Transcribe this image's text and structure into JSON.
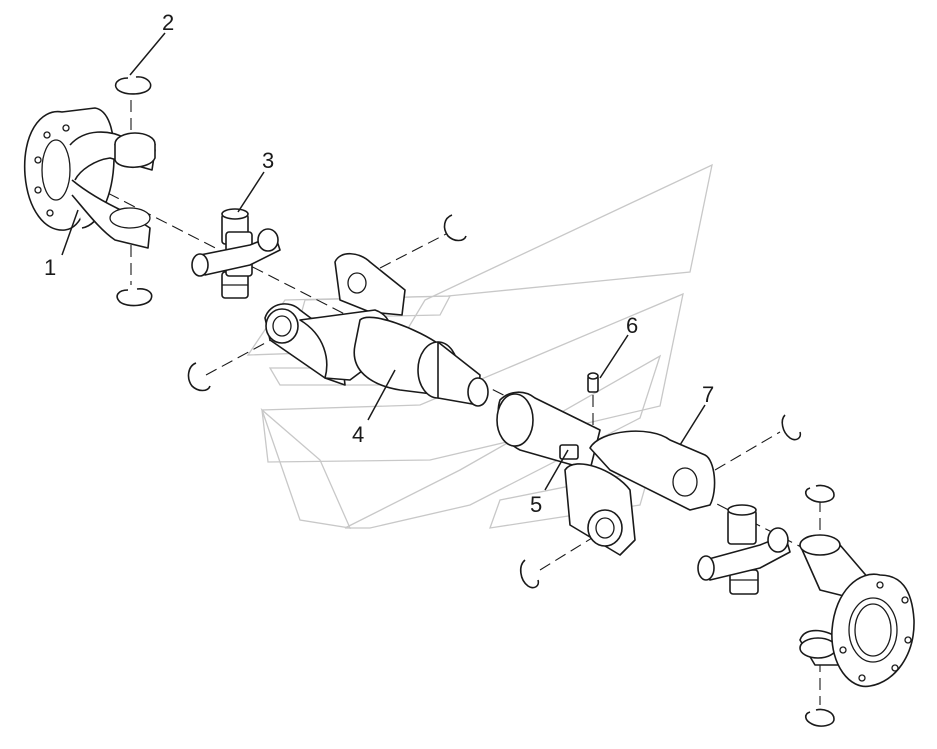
{
  "callouts": [
    {
      "id": "1",
      "label": "1"
    },
    {
      "id": "2",
      "label": "2"
    },
    {
      "id": "3",
      "label": "3"
    },
    {
      "id": "4",
      "label": "4"
    },
    {
      "id": "5",
      "label": "5"
    },
    {
      "id": "6",
      "label": "6"
    },
    {
      "id": "7",
      "label": "7"
    }
  ],
  "parts": [
    {
      "callout": "1",
      "name": "flange-yoke"
    },
    {
      "callout": "2",
      "name": "snap-ring"
    },
    {
      "callout": "3",
      "name": "universal-joint-cross"
    },
    {
      "callout": "4",
      "name": "yoke-shaft"
    },
    {
      "callout": "5",
      "name": "spline-sleeve-tube"
    },
    {
      "callout": "6",
      "name": "grease-fitting"
    },
    {
      "callout": "7",
      "name": "sleeve-yoke"
    }
  ],
  "colors": {
    "line": "#1a1a1a",
    "watermark": "#c8c8c8",
    "background": "#ffffff"
  }
}
